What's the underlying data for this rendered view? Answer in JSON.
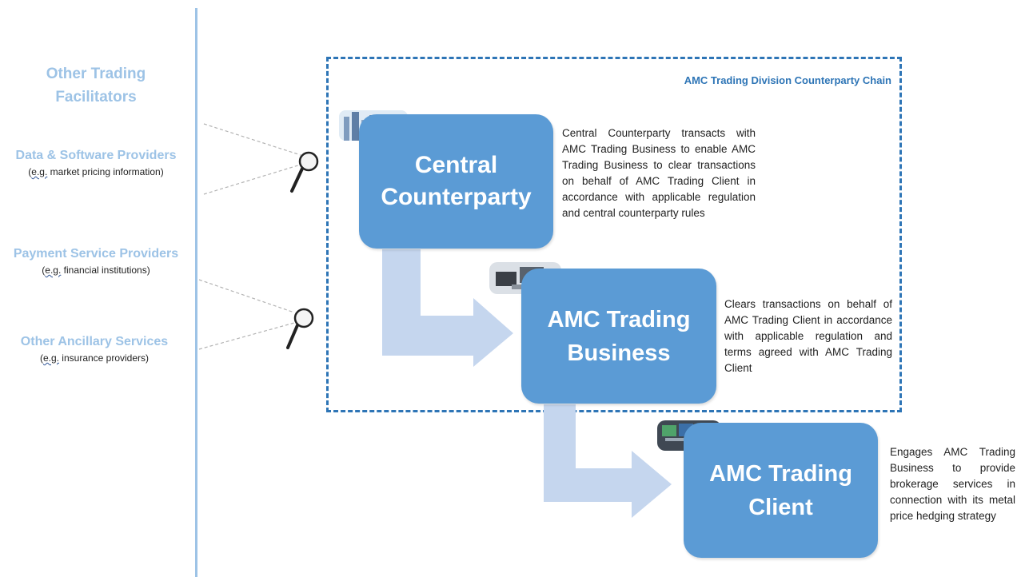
{
  "sidebar": {
    "title": "Other Trading Facilitators",
    "groups": [
      {
        "heading": "Data & Software Providers",
        "sub_prefix": "e.g.",
        "sub_rest": " market pricing information)"
      },
      {
        "heading": "Payment Service Providers",
        "sub_prefix": "e.g.",
        "sub_rest": " financial institutions)"
      },
      {
        "heading": "Other Ancillary Services",
        "sub_prefix": "e.g.",
        "sub_rest": " insurance providers)"
      }
    ]
  },
  "chain": {
    "title": "AMC Trading Division Counterparty Chain"
  },
  "nodes": [
    {
      "label_line1": "Central",
      "label_line2": "Counterparty",
      "description": "Central Counterparty transacts with AMC Trading Business to enable AMC Trading Business to clear transactions on behalf of AMC Trading Client in accordance with applicable regulation and central counterparty rules"
    },
    {
      "label_line1": "AMC Trading",
      "label_line2": "Business",
      "description": "Clears transactions on behalf of AMC Trading Client in accordance with applicable regulation and terms agreed with AMC Trading Client"
    },
    {
      "label_line1": "AMC Trading",
      "label_line2": "Client",
      "description": "Engages AMC Trading Business to provide brokerage services in connection with its metal price hedging strategy"
    }
  ],
  "colors": {
    "node_fill": "#5b9bd5",
    "arrow_fill": "#c5d6ee",
    "sidebar_text": "#9dc3e6",
    "chain_border": "#2e75b6"
  },
  "icons": [
    "magnifier-icon",
    "magnifier-icon",
    "city-skyline-image",
    "trading-desk-image",
    "trading-screens-image"
  ]
}
